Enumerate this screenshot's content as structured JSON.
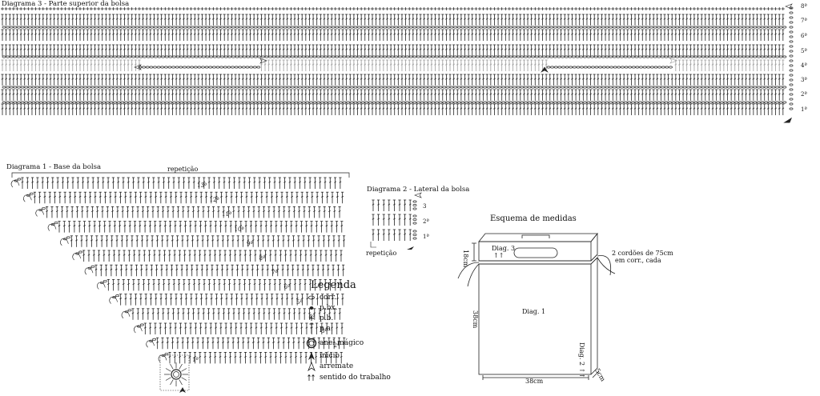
{
  "diagram3": {
    "title": "Diagrama 3 - Parte superior da bolsa",
    "rows": [
      "8ª",
      "7ª",
      "6ª",
      "5ª",
      "4ª",
      "3ª",
      "2ª",
      "1ª"
    ]
  },
  "diagram1": {
    "title": "Diagrama 1 - Base da bolsa",
    "repeat_label": "repetição",
    "rows": [
      "1ª",
      "2ª",
      "3ª",
      "4ª",
      "5ª",
      "6ª",
      "7ª",
      "8ª",
      "9ª",
      "10ª",
      "11ª",
      "12ª",
      "13ª"
    ]
  },
  "diagram2": {
    "title": "Diagrama 2 - Lateral da bolsa",
    "repeat_label": "repetição",
    "rows": [
      "3",
      "2ª",
      "1ª"
    ]
  },
  "legend": {
    "title": "Legenda",
    "items": [
      {
        "icon": "chain-oval-icon",
        "label": "corr."
      },
      {
        "icon": "dot-icon",
        "label": "p.bx."
      },
      {
        "icon": "plus-icon",
        "label": "p.b."
      },
      {
        "icon": "dc-stitch-icon",
        "label": "p.a."
      },
      {
        "icon": "magic-ring-icon",
        "label": "anel mágico"
      },
      {
        "icon": "filled-arrow-icon",
        "label": "início"
      },
      {
        "icon": "open-arrow-icon",
        "label": "arremate"
      },
      {
        "icon": "double-arrow-icon",
        "label": "sentido do trabalho"
      }
    ]
  },
  "esquema": {
    "title": "Esquema de medidas",
    "diag3_label": "Diag. 3",
    "diag1_label": "Diag. 1",
    "diag2_label": "Diag. 2",
    "height_top": "18cm",
    "height_body": "38cm",
    "width": "38cm",
    "depth": "5cm",
    "cord_note_1": "2 cordões de 75cm",
    "cord_note_2": "em corr., cada"
  }
}
